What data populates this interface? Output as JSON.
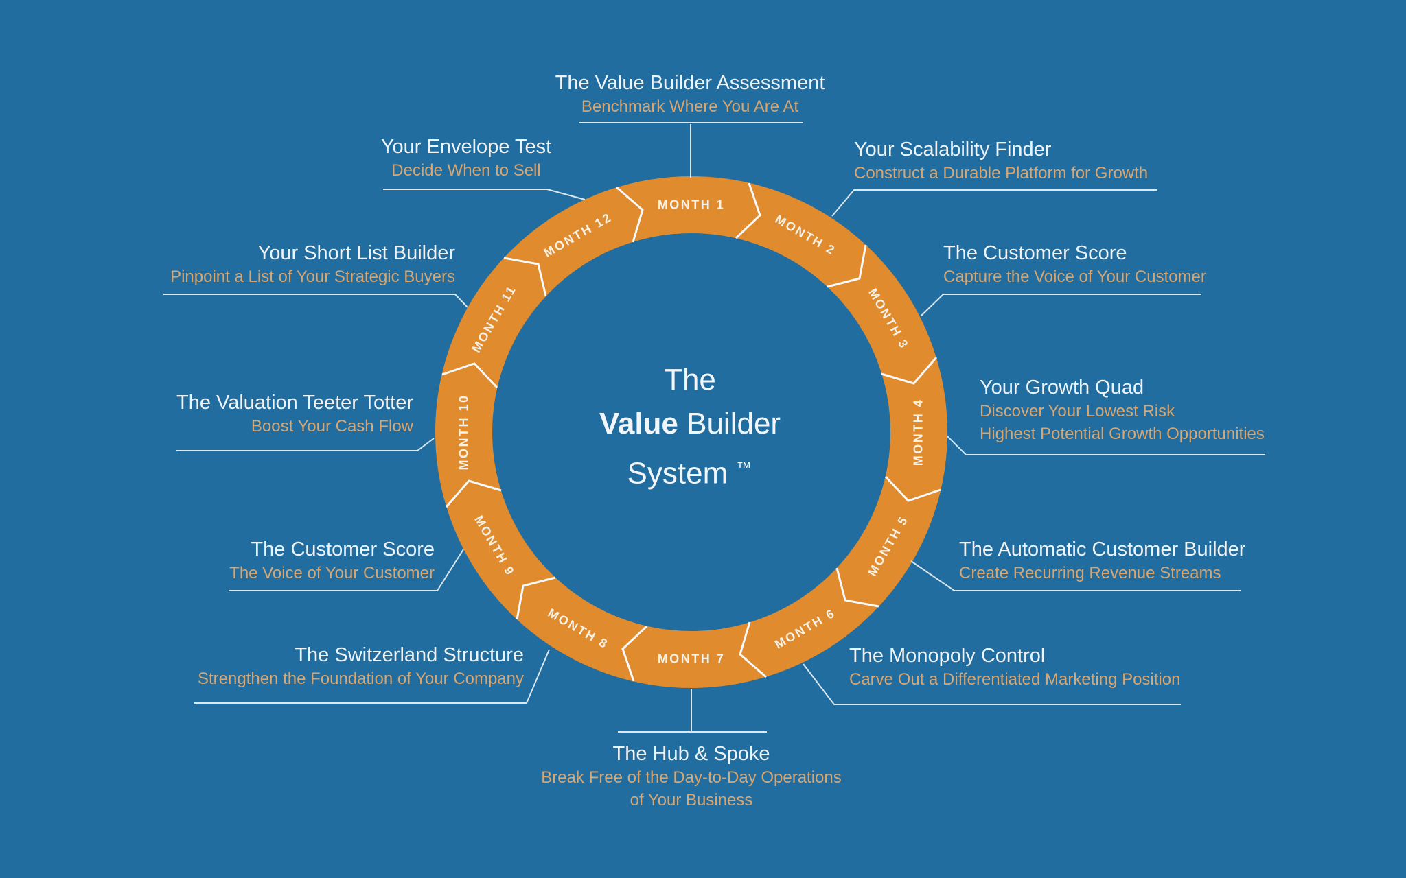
{
  "colors": {
    "background": "#216da0",
    "ring_orange": "#e08b2d",
    "title_text": "#eef3f7",
    "subtitle_text": "#d7a671",
    "connector_line": "#dbe7ef",
    "divider_line": "#f7f9fb",
    "month_text": "#f7f1e6"
  },
  "center": {
    "line1": "The",
    "line2_bold": "Value",
    "line2_rest": " Builder",
    "line3": "System",
    "trademark": "™"
  },
  "months": [
    "MONTH 1",
    "MONTH 2",
    "MONTH 3",
    "MONTH 4",
    "MONTH 5",
    "MONTH 6",
    "MONTH 7",
    "MONTH 8",
    "MONTH 9",
    "MONTH 10",
    "MONTH 11",
    "MONTH 12"
  ],
  "callouts": [
    {
      "title": "The Value Builder Assessment",
      "subtitle": "Benchmark Where You Are At"
    },
    {
      "title": "Your Scalability Finder",
      "subtitle": "Construct a Durable Platform for Growth"
    },
    {
      "title": "The Customer Score",
      "subtitle": "Capture the Voice of Your Customer"
    },
    {
      "title": "Your Growth Quad",
      "subtitle": "Discover Your Lowest Risk",
      "subtitle2": "Highest Potential Growth Opportunities"
    },
    {
      "title": "The Automatic Customer Builder",
      "subtitle": "Create Recurring Revenue Streams"
    },
    {
      "title": "The Monopoly Control",
      "subtitle": "Carve Out a Differentiated Marketing Position"
    },
    {
      "title": "The Hub & Spoke",
      "subtitle": "Break Free of the Day-to-Day Operations",
      "subtitle2": "of Your Business"
    },
    {
      "title": "The Switzerland Structure",
      "subtitle": "Strengthen the Foundation of Your Company"
    },
    {
      "title": "The Customer Score",
      "subtitle": "The Voice of Your Customer"
    },
    {
      "title": "The Valuation Teeter Totter",
      "subtitle": "Boost Your Cash Flow"
    },
    {
      "title": "Your Short List Builder",
      "subtitle": "Pinpoint a List of Your Strategic Buyers"
    },
    {
      "title": "Your Envelope Test",
      "subtitle": "Decide When to Sell"
    }
  ]
}
